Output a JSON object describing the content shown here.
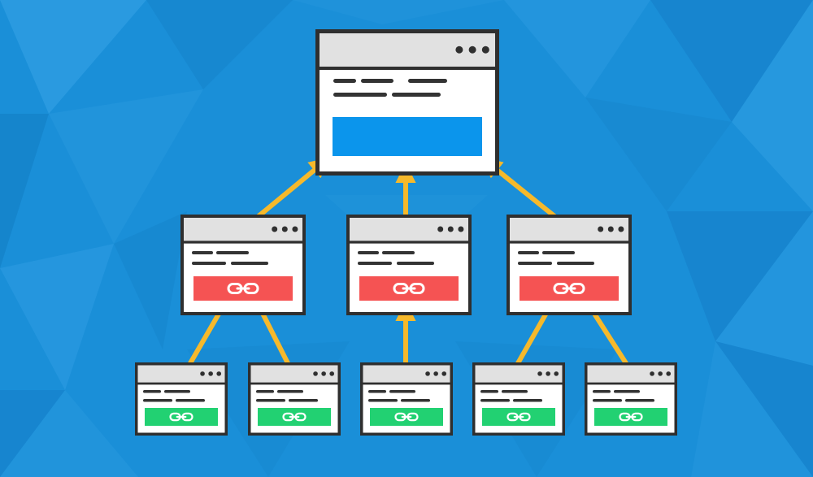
{
  "colors": {
    "background": "#1a8fd8",
    "background_dark": "#0f72b8",
    "background_light": "#3fa9ea",
    "window_border": "#2f2f2f",
    "title_bar": "#e1e1e1",
    "window_body": "#ffffff",
    "text_lines": "#333333",
    "arrow": "#f6b92b",
    "main_block": "#0b95ec",
    "level2_block": "#f55353",
    "level3_block": "#22d172",
    "link_icon": "#ffffff"
  },
  "icons": {
    "window_controls": "three-dots-icon",
    "link": "chain-link-icon",
    "arrow": "arrow-up-icon"
  },
  "diagram": {
    "levels": [
      {
        "name": "main-page",
        "count": 1,
        "block": "blue-banner"
      },
      {
        "name": "linking-pages",
        "count": 3,
        "block": "red-link-banner",
        "links_to": "main-page"
      },
      {
        "name": "secondary-linking-pages",
        "count": 5,
        "block": "green-link-banner",
        "links_to": "linking-pages"
      }
    ]
  }
}
